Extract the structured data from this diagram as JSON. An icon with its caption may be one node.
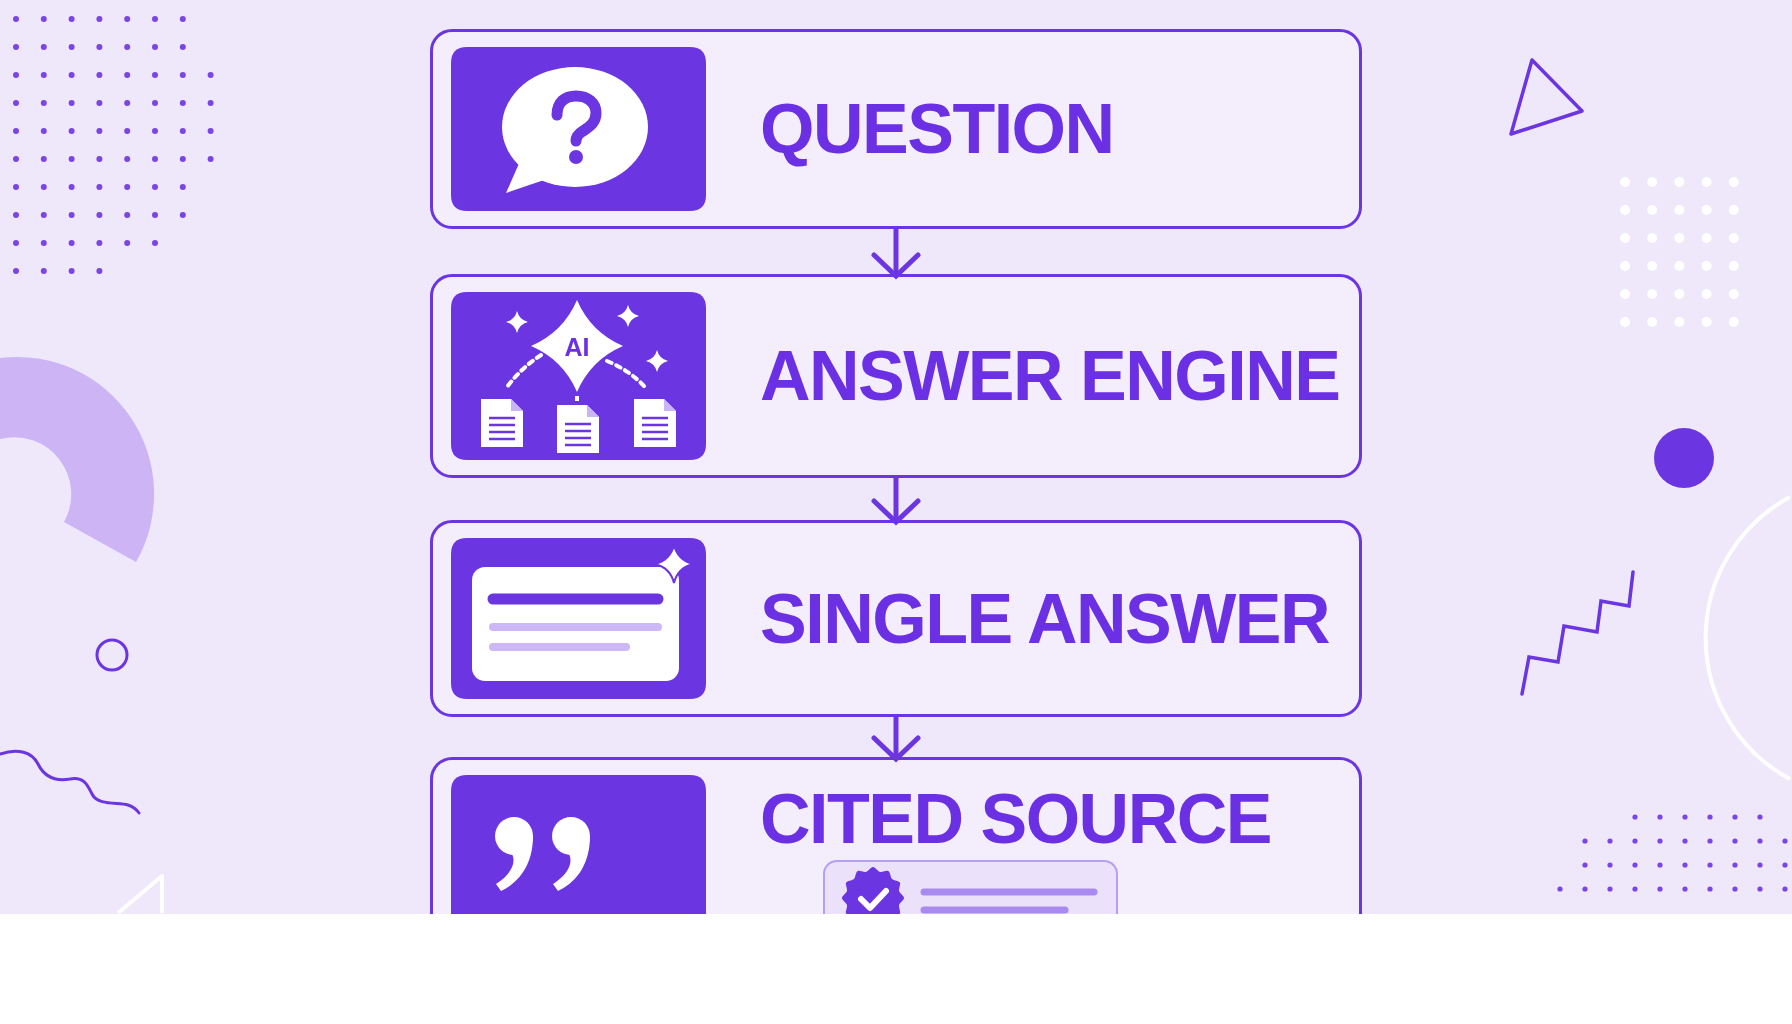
{
  "diagram": {
    "nodes": [
      {
        "text": [
          "QUESTION"
        ]
      },
      {
        "text": [
          "ANSWER ENGINE"
        ]
      },
      {
        "text": [
          "SINGLE ANSWER"
        ]
      },
      {
        "text": [
          "CITED SOURCE"
        ]
      }
    ],
    "edges": [
      {
        "from": 0,
        "to": 1,
        "arrow": "to"
      },
      {
        "from": 1,
        "to": 2,
        "arrow": "to"
      },
      {
        "from": 2,
        "to": 3,
        "arrow": "to"
      }
    ],
    "labels": [
      "AI"
    ]
  }
}
